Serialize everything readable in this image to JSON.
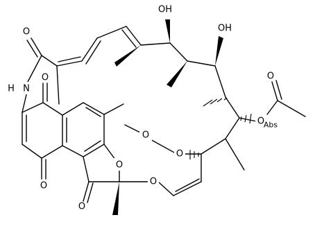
{
  "labels": {
    "oh_top": "OH",
    "oh_right": "OH",
    "nh": "H",
    "n": "N",
    "o_lactam": "O",
    "o_quinone_top": "O",
    "o_quinone_bot": "O",
    "o_furanone_ring": "O",
    "o_furanone_co": "O",
    "o_methoxy": "O",
    "o_ether_mid": "O",
    "o_enol_ether": "O",
    "o_acetyl_carbonyl": "O",
    "o_acetoxy": "O",
    "abs": "Abs"
  }
}
